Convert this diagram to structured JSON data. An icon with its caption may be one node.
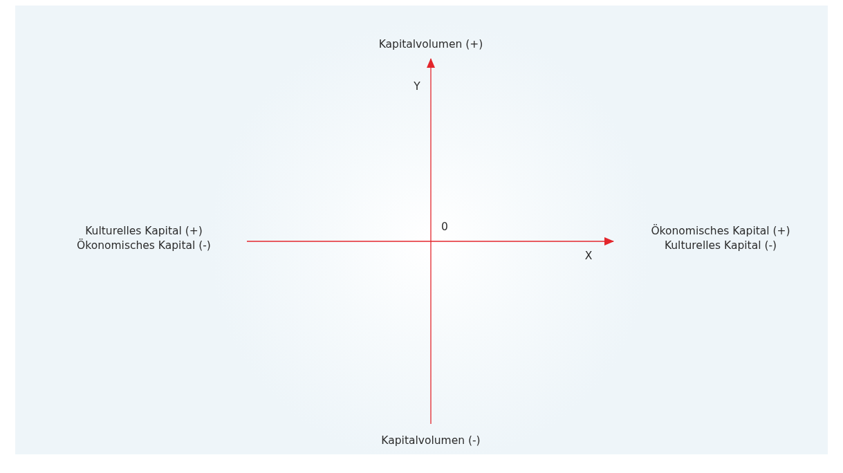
{
  "diagram": {
    "labels": [
      "Kapitalvolumen (+)",
      "Y",
      "0",
      "Kulturelles Kapital (+)",
      "Ökonomisches Kapital (-)",
      "Ökonomisches Kapital (+)",
      "Kulturelles Kapital (-)",
      "X",
      "Kapitalvolumen (-)"
    ]
  }
}
